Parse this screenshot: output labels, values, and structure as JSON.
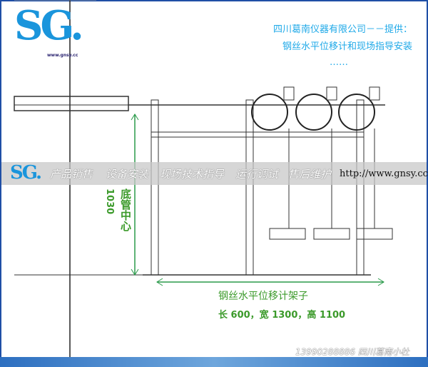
{
  "logo": {
    "text": "SG.",
    "sub": "www.gnsy.cc"
  },
  "header": {
    "line1": "四川葛南仪器有限公司－－提供：",
    "line2": "钢丝水平位移计和现场指导安装",
    "line3": "……"
  },
  "banner": {
    "logo": "SG.",
    "items": [
      "产品销售",
      "设备安装",
      "现场技术指导",
      "运行调试",
      "售后维护"
    ],
    "url": "http://www.gnsy.cc"
  },
  "diagram": {
    "vertical_label": "底管中心",
    "vertical_value": "1030",
    "frame_title": "钢丝水平位移计架子",
    "frame_dims": "长 600，宽 1300，高 1100"
  },
  "footer": {
    "text": "13990288886  四川葛南小杜"
  },
  "colors": {
    "accent": "#1fa9e8",
    "dimension": "#3b9a2a"
  }
}
